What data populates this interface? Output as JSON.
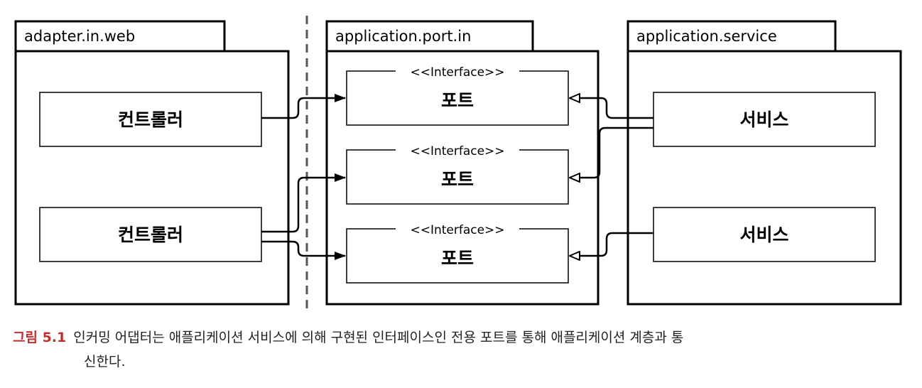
{
  "packages": {
    "web": "adapter.in.web",
    "port": "application.port.in",
    "service": "application.service"
  },
  "controllers": [
    "컨트롤러",
    "컨트롤러"
  ],
  "ports": [
    {
      "stereotype": "<<Interface>>",
      "name": "포트"
    },
    {
      "stereotype": "<<Interface>>",
      "name": "포트"
    },
    {
      "stereotype": "<<Interface>>",
      "name": "포트"
    }
  ],
  "services": [
    "서비스",
    "서비스"
  ],
  "caption": {
    "number": "그림 5.1",
    "line1": "인커밍 어댑터는 애플리케이션 서비스에 의해 구현된 인터페이스인 전용 포트를 통해 애플리케이션 계층과 통",
    "line2": "신한다."
  }
}
